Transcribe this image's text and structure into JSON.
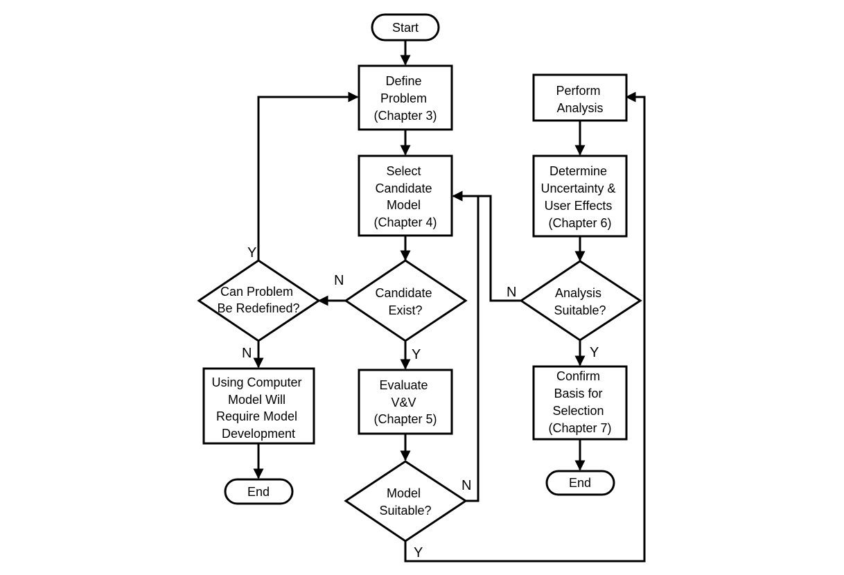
{
  "nodes": {
    "start": {
      "shape": "terminal",
      "lines": [
        "Start"
      ]
    },
    "define_problem": {
      "shape": "process",
      "lines": [
        "Define",
        "Problem",
        "(Chapter 3)"
      ]
    },
    "select_candidate": {
      "shape": "process",
      "lines": [
        "Select",
        "Candidate",
        "Model",
        "(Chapter 4)"
      ]
    },
    "candidate_exist": {
      "shape": "decision",
      "lines": [
        "Candidate",
        "Exist?"
      ]
    },
    "can_problem_redefined": {
      "shape": "decision",
      "lines": [
        "Can Problem",
        "Be Redefined?"
      ]
    },
    "using_computer_model": {
      "shape": "process",
      "lines": [
        "Using Computer",
        "Model Will",
        "Require Model",
        "Development"
      ]
    },
    "end_left": {
      "shape": "terminal",
      "lines": [
        "End"
      ]
    },
    "evaluate_vv": {
      "shape": "process",
      "lines": [
        "Evaluate",
        "V&V",
        "(Chapter 5)"
      ]
    },
    "model_suitable": {
      "shape": "decision",
      "lines": [
        "Model",
        "Suitable?"
      ]
    },
    "perform_analysis": {
      "shape": "process",
      "lines": [
        "Perform",
        "Analysis"
      ]
    },
    "determine_uncertainty": {
      "shape": "process",
      "lines": [
        "Determine",
        "Uncertainty &",
        "User Effects",
        "(Chapter 6)"
      ]
    },
    "analysis_suitable": {
      "shape": "decision",
      "lines": [
        "Analysis",
        "Suitable?"
      ]
    },
    "confirm_basis": {
      "shape": "process",
      "lines": [
        "Confirm",
        "Basis for",
        "Selection",
        "(Chapter 7)"
      ]
    },
    "end_right": {
      "shape": "terminal",
      "lines": [
        "End"
      ]
    }
  },
  "branch_labels": {
    "redefine_yes": "Y",
    "redefine_no": "N",
    "candidate_no": "N",
    "candidate_yes": "Y",
    "model_no": "N",
    "model_yes": "Y",
    "analysis_no": "N",
    "analysis_yes": "Y"
  },
  "colors": {
    "stroke": "#000000",
    "fill": "#ffffff",
    "text": "#000000"
  }
}
